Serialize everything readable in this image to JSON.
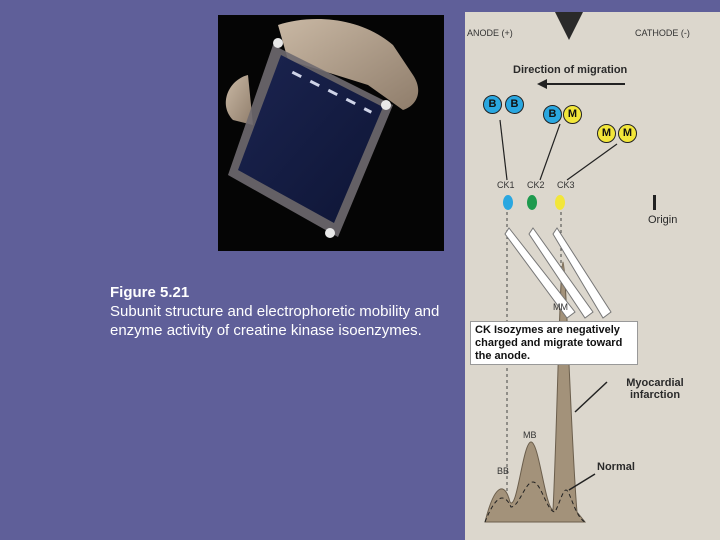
{
  "caption": {
    "title": "Figure 5.21",
    "body": "Subunit structure and electrophoretic mobility and enzyme activity of creatine kinase isoenzymes."
  },
  "diagram": {
    "anode_label": "ANODE (+)",
    "cathode_label": "CATHODE (-)",
    "migration_label": "Direction of migration",
    "subunits": {
      "ck1": [
        "B",
        "B"
      ],
      "ck2": [
        "B",
        "M"
      ],
      "ck3": [
        "M",
        "M"
      ]
    },
    "band_labels": [
      "CK1",
      "CK2",
      "CK3"
    ],
    "band_colors": [
      "#2aa7e0",
      "#1e9a4e",
      "#f2e63a"
    ],
    "origin_label": "Origin",
    "peak_labels": {
      "mm": "MM",
      "mb": "MB",
      "bb": "BB"
    },
    "callout_text": "CK Isozymes are negatively charged and migrate toward the anode.",
    "mi_label": "Myocardial infarction",
    "normal_label": "Normal"
  },
  "colors": {
    "background": "#5f5f99",
    "panel": "#dcd7cd",
    "peak_fill": "#a3927a"
  }
}
